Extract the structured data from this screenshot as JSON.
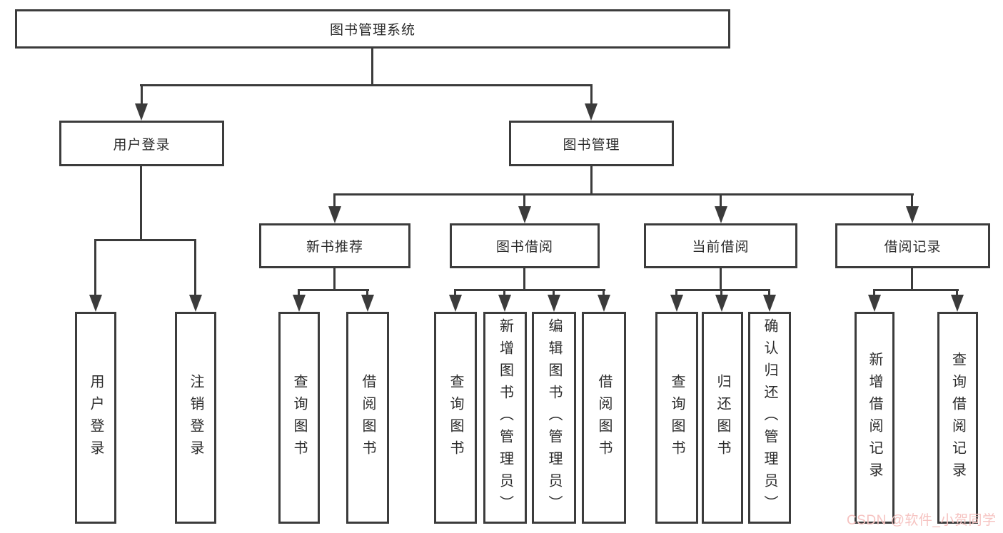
{
  "diagram_title": "图书管理系统",
  "tree": {
    "root": {
      "label": "图书管理系统"
    },
    "branches": [
      {
        "label": "用户登录",
        "children": [
          {
            "label": "用户登录"
          },
          {
            "label": "注销登录"
          }
        ]
      },
      {
        "label": "图书管理",
        "children": [
          {
            "label": "新书推荐",
            "children": [
              {
                "label": "查询图书"
              },
              {
                "label": "借阅图书"
              }
            ]
          },
          {
            "label": "图书借阅",
            "children": [
              {
                "label": "查询图书"
              },
              {
                "label": "新增图书（管理员）"
              },
              {
                "label": "编辑图书（管理员）"
              },
              {
                "label": "借阅图书"
              }
            ]
          },
          {
            "label": "当前借阅",
            "children": [
              {
                "label": "查询图书"
              },
              {
                "label": "归还图书"
              },
              {
                "label": "确认归还（管理员）"
              }
            ]
          },
          {
            "label": "借阅记录",
            "children": [
              {
                "label": "新增借阅记录"
              },
              {
                "label": "查询借阅记录"
              }
            ]
          }
        ]
      }
    ]
  },
  "watermark": {
    "text": "CSDN @软件_小贺同学"
  },
  "colors": {
    "line": "#3b3b3b",
    "box_border": "#3c3c3c",
    "text": "#2b2b2b",
    "watermark": "#f6c3c1",
    "background": "#ffffff"
  }
}
